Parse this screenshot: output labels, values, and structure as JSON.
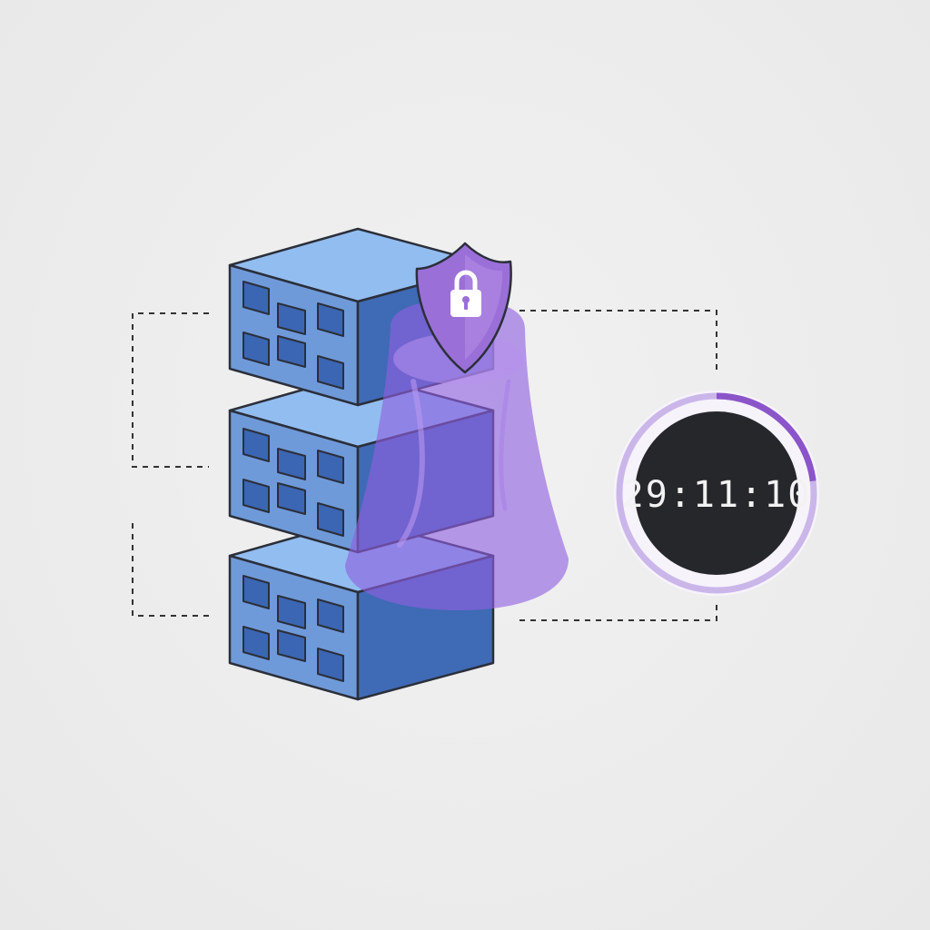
{
  "diagram": {
    "server_stack": {
      "units": 3,
      "icon": "server-rack-icon"
    },
    "security": {
      "icon": "shield-lock-icon"
    },
    "timer": {
      "display": "29:11:10",
      "progress_fraction": 0.23,
      "icon": "countdown-timer-icon"
    },
    "colors": {
      "server_front": "#6f9ad9",
      "server_top": "#92bdf0",
      "server_side": "#3f6ab5",
      "window": "#3b66b3",
      "outline": "#2b2f3a",
      "shield": "#9b6fd8",
      "beam": "#8f5fe0",
      "timer_face": "#26272b",
      "timer_ring_light": "#cbb6ea",
      "timer_ring_accent": "#8b55c9",
      "connector": "#333333"
    }
  }
}
